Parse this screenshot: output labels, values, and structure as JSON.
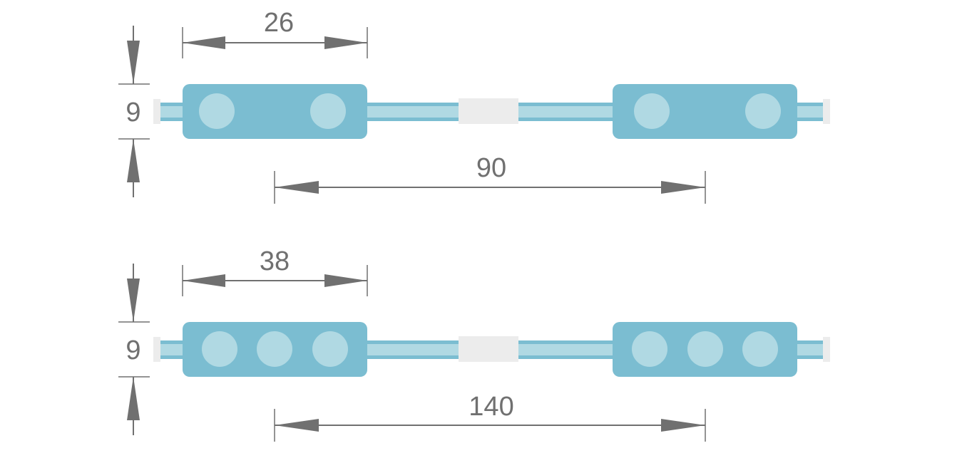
{
  "colors": {
    "module": "#7bbdd1",
    "led": "#b0d9e3",
    "wire_outer": "#7bbdd1",
    "wire_inner": "#b0d9e3",
    "connector": "#ececec",
    "dimension": "#707070",
    "background": "#ffffff"
  },
  "strips": [
    {
      "name": "two-led-strip",
      "leds_per_module": 2,
      "module_length_label": "26",
      "height_label": "9",
      "spacing_label": "90"
    },
    {
      "name": "three-led-strip",
      "leds_per_module": 3,
      "module_length_label": "38",
      "height_label": "9",
      "spacing_label": "140"
    }
  ]
}
